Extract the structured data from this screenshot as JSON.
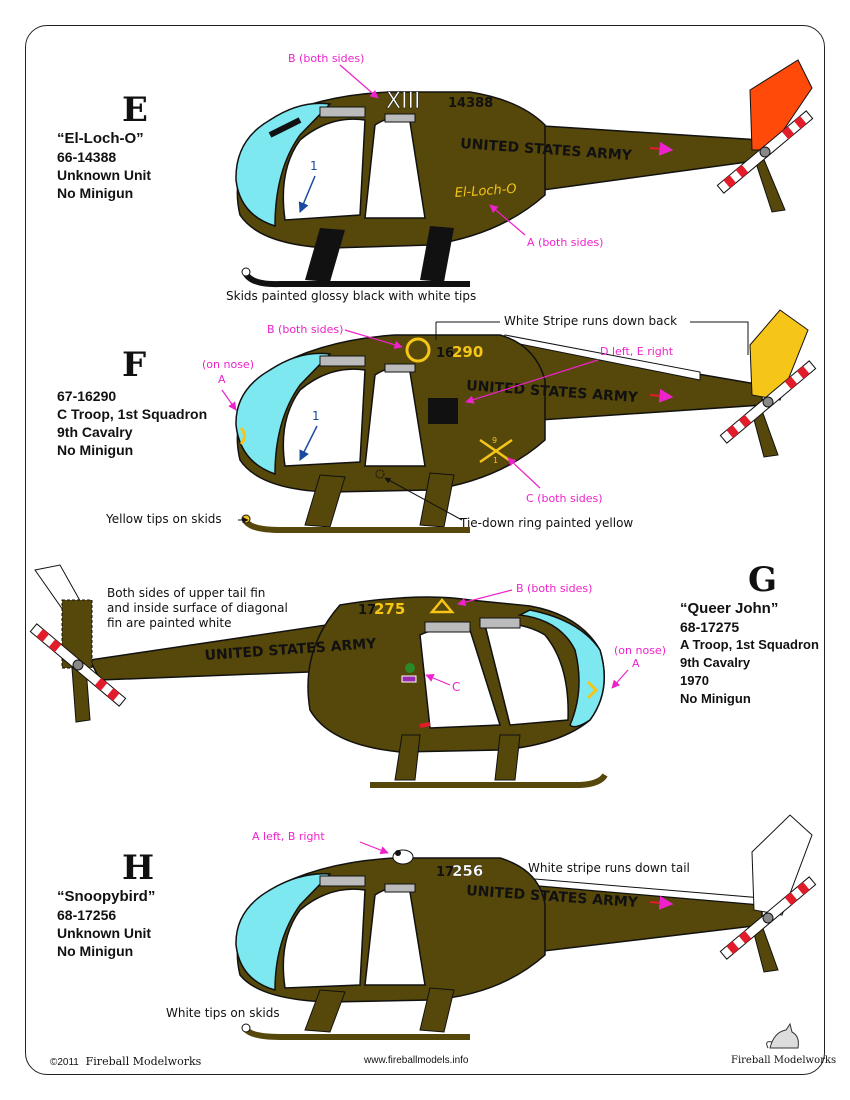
{
  "page": {
    "footer_left_year": "©2011",
    "footer_left_brand": "Fireball Modelworks",
    "footer_center": "www.fireballmodels.info",
    "footer_right": "Fireball Modelworks"
  },
  "colors": {
    "olive": "#56470a",
    "canopy": "#7ee8f0",
    "magenta": "#ee22cc",
    "yellow": "#f5c518",
    "tail_red": "#ff4a0a",
    "callout_blue": "#1a4aa0"
  },
  "schemes": [
    {
      "letter": "E",
      "nickname": "“El-Loch-O”",
      "serial": "66-14388",
      "lines": [
        "Unknown Unit",
        "No Minigun"
      ],
      "tail_number": "14388",
      "roman": "XIII",
      "nose_name": "El-Loch-O",
      "army": "UNITED STATES ARMY",
      "callout_1": "1",
      "label_b": "B (both sides)",
      "label_a": "A (both sides)",
      "note": "Skids painted glossy black with white tips"
    },
    {
      "letter": "F",
      "serial": "67-16290",
      "lines": [
        "C Troop, 1st Squadron",
        "9th Cavalry",
        "No Minigun"
      ],
      "tail_prefix": "16",
      "tail_number": "290",
      "army": "UNITED STATES ARMY",
      "callout_1": "1",
      "label_b": "B (both sides)",
      "label_nose": "(on nose)",
      "label_a": "A",
      "label_de": "D left, E right",
      "label_c": "C (both sides)",
      "stripe_note": "White Stripe runs down back",
      "skid_note": "Yellow tips on skids",
      "ring_note": "Tie-down ring painted yellow",
      "insignia_top": "9",
      "insignia_bottom": "1"
    },
    {
      "letter": "G",
      "nickname": "“Queer John”",
      "serial": "68-17275",
      "lines": [
        "A Troop, 1st Squadron",
        "9th Cavalry",
        "1970",
        "No Minigun"
      ],
      "tail_prefix": "17",
      "tail_number": "275",
      "army": "UNITED STATES ARMY",
      "label_b": "B (both sides)",
      "label_nose": "(on nose)",
      "label_a": "A",
      "label_c": "C",
      "fin_note": [
        "Both sides of upper tail fin",
        "and inside surface of diagonal",
        "fin are painted white"
      ]
    },
    {
      "letter": "H",
      "nickname": "“Snoopybird”",
      "serial": "68-17256",
      "lines": [
        "Unknown Unit",
        "No Minigun"
      ],
      "tail_prefix": "17",
      "tail_number": "256",
      "army": "UNITED STATES ARMY",
      "label_ab": "A left, B right",
      "stripe_note": "White stripe runs down tail",
      "skid_note": "White tips on skids"
    }
  ]
}
